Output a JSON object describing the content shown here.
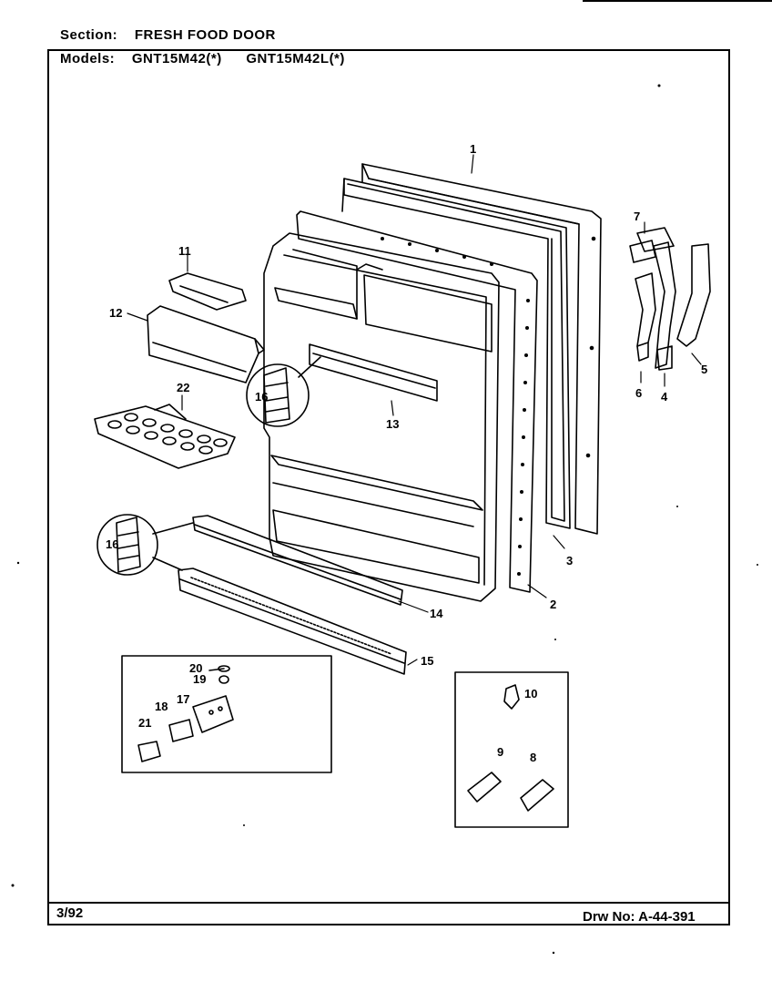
{
  "header": {
    "section_label": "Section:",
    "section_value": "FRESH FOOD DOOR",
    "models_label": "Models:",
    "model_1": "GNT15M42(*)",
    "model_2": "GNT15M42L(*)"
  },
  "callouts": {
    "c1": "1",
    "c2": "2",
    "c3": "3",
    "c4": "4",
    "c5": "5",
    "c6": "6",
    "c7": "7",
    "c8": "8",
    "c9": "9",
    "c10": "10",
    "c11": "11",
    "c12": "12",
    "c13": "13",
    "c14": "14",
    "c15": "15",
    "c16a": "16",
    "c16b": "16",
    "c17": "17",
    "c18": "18",
    "c19": "19",
    "c20": "20",
    "c21": "21",
    "c22": "22"
  },
  "footer": {
    "date": "3/92",
    "drawing_number": "Drw No: A-44-391"
  }
}
